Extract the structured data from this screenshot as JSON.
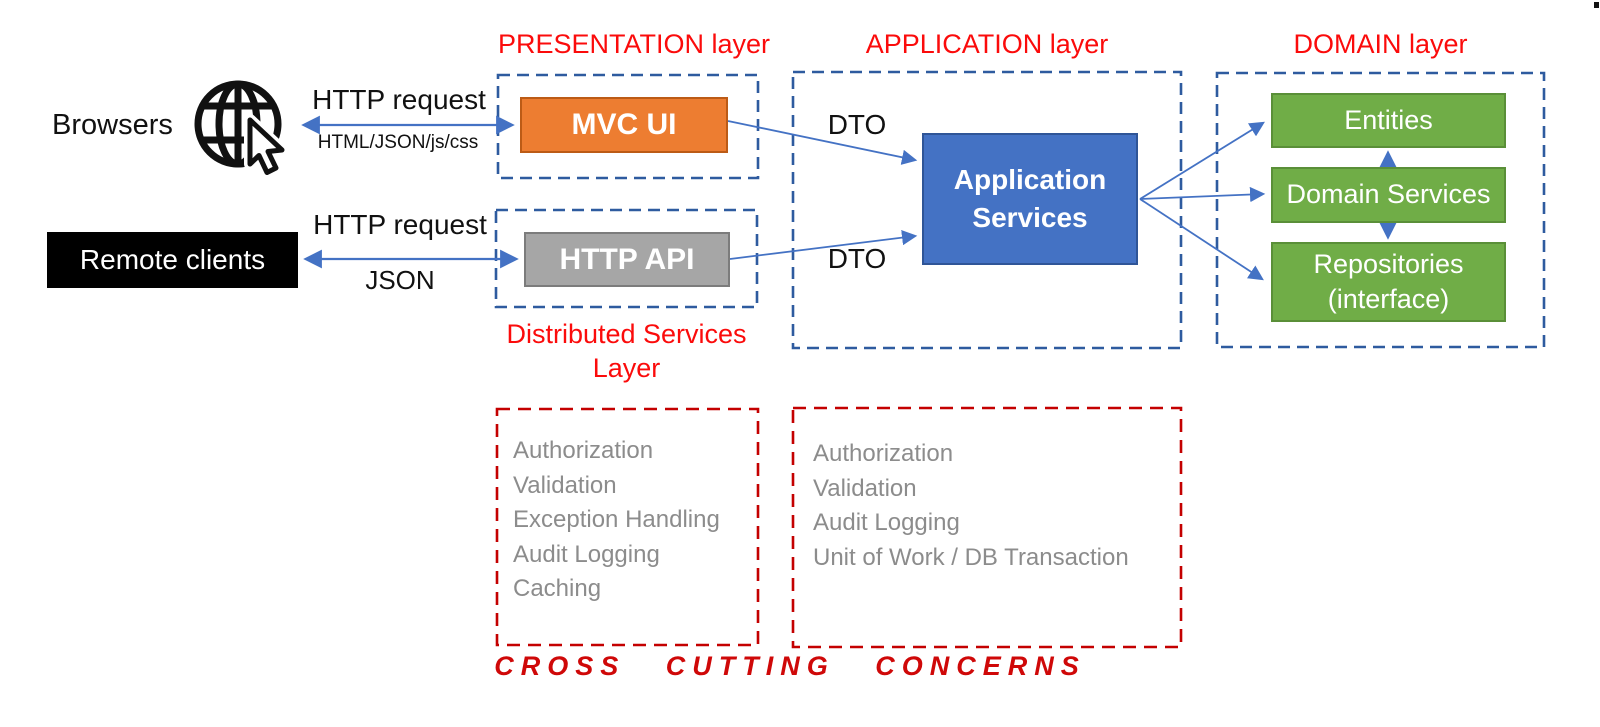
{
  "colors": {
    "accent_orange": "#ED7D31",
    "accent_orange_border": "#BC5B16",
    "accent_blue": "#4472C4",
    "accent_blue_border": "#2F5597",
    "accent_green": "#70AD47",
    "accent_green_border": "#5A8F38",
    "accent_gray": "#A6A6A6",
    "accent_gray_border": "#7C7C7C",
    "dashed_layer_blue": "#2E5B9F",
    "arrow_blue": "#4472C4",
    "header_red": "#FB0B0B",
    "dashed_red": "#C40000",
    "concern_text_gray": "#8C8C8C",
    "client_box_black": "#000000"
  },
  "headers": {
    "presentation": "PRESENTATION layer",
    "application": "APPLICATION layer",
    "domain": "DOMAIN layer",
    "distributed_services_line1": "Distributed Services",
    "distributed_services_line2": "Layer",
    "cross_cutting": "CROSS CUTTING CONCERNS"
  },
  "clients": {
    "browsers": "Browsers",
    "remote_clients": "Remote clients"
  },
  "connections": {
    "browser_request_label": "HTTP request",
    "browser_response_label": "HTML/JSON/js/css",
    "remote_request_label": "HTTP request",
    "remote_response_label": "JSON",
    "dto_top": "DTO",
    "dto_bottom": "DTO"
  },
  "boxes": {
    "mvc_ui": "MVC UI",
    "http_api": "HTTP API",
    "application_services": "Application Services",
    "entities": "Entities",
    "domain_services": "Domain Services",
    "repositories": "Repositories (interface)"
  },
  "concerns": {
    "distributed": [
      "Authorization",
      "Validation",
      "Exception Handling",
      "Audit Logging",
      "Caching"
    ],
    "application": [
      "Authorization",
      "Validation",
      "Audit Logging",
      "Unit of Work / DB Transaction"
    ]
  }
}
